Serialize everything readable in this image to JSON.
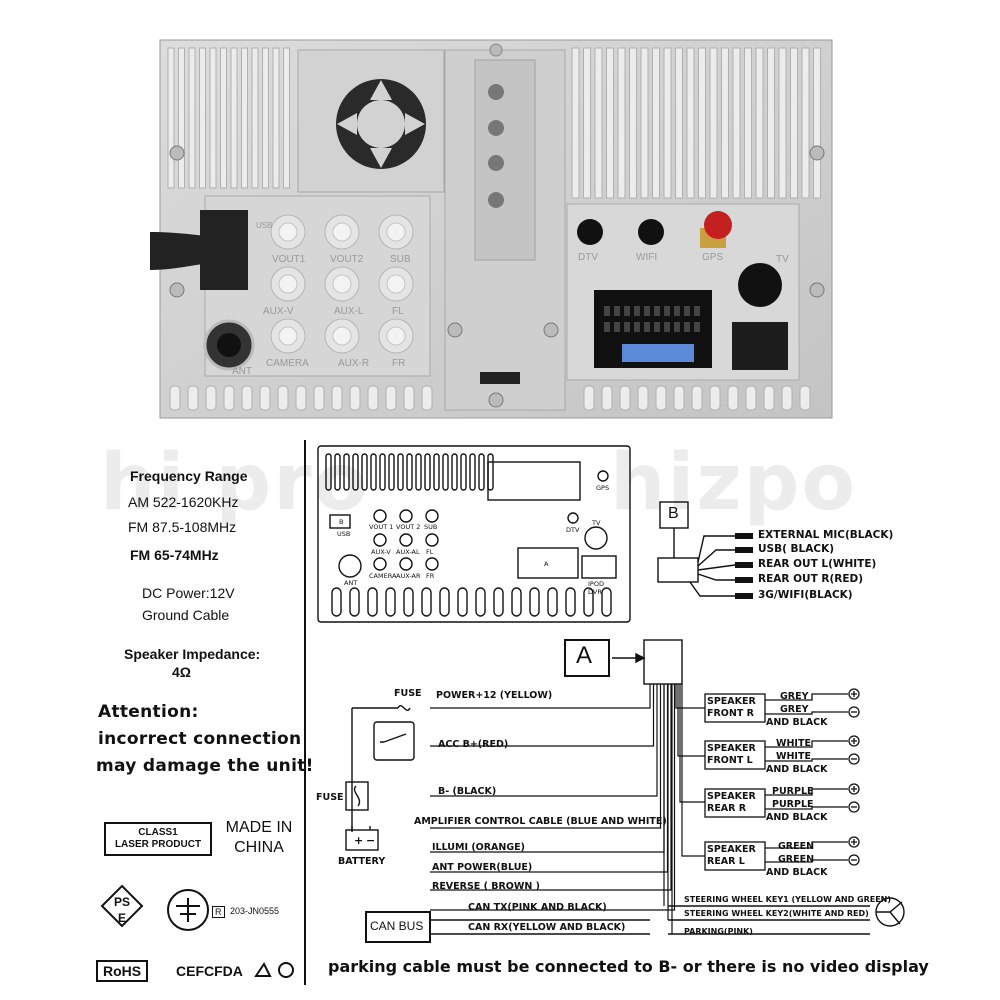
{
  "photo": {
    "labels": {
      "usb": "USB",
      "vout1": "VOUT1",
      "vout2": "VOUT2",
      "sub": "SUB",
      "aux_v": "AUX-V",
      "aux_l": "AUX-L",
      "fl": "FL",
      "camera": "CAMERA",
      "aux_r": "AUX-R",
      "fr": "FR",
      "ant": "ANT",
      "dtv": "DTV",
      "wifi": "WIFI",
      "gps": "GPS",
      "tv": "TV"
    }
  },
  "specs": {
    "freq_title": "Frequency Range",
    "am": "AM 522-1620KHz",
    "fm1": "FM 87.5-108MHz",
    "fm2": "FM 65-74MHz",
    "dc_power": "DC Power:12V",
    "ground": "Ground Cable",
    "impedance_title": "Speaker Impedance:",
    "impedance_value": "4Ω"
  },
  "attention": {
    "line1": "Attention:",
    "line2": "incorrect connection",
    "line3": "may damage the unit!"
  },
  "laser": {
    "line1": "CLASS1",
    "line2": "LASER PRODUCT"
  },
  "made_in": {
    "line1": "MADE IN",
    "line2": "CHINA"
  },
  "certs": {
    "pse1": "PS",
    "pse2": "E",
    "r_mark": "R",
    "cert_code": "203-JN0555",
    "rohs": "RoHS",
    "marks": "CEFCFDA"
  },
  "watermark": {
    "left": "hi pro",
    "right": "hizpo"
  },
  "layout_diagram": {
    "b": "B",
    "usb": "USB",
    "vout1": "VOUT 1",
    "vout2": "VOUT 2",
    "sub": "SUB",
    "aux_v": "AUX-V",
    "aux_l": "AUX-AL",
    "fl": "FL",
    "camera": "CAMERA",
    "aux_r": "AUX-AR",
    "fr": "FR",
    "ant": "ANT",
    "a": "A",
    "gps": "GPS",
    "dtv": "DTV",
    "tv": "TV",
    "ipod": "IPOD",
    "dvr": "DVR"
  },
  "connector_b": {
    "label": "B",
    "items": [
      "EXTERNAL MIC(BLACK)",
      "USB( BLACK)",
      "REAR OUT L(WHITE)",
      "REAR OUT R(RED)",
      "3G/WIFI(BLACK)"
    ]
  },
  "connector_a": {
    "label": "A"
  },
  "wiring": {
    "fuse_top": "FUSE",
    "fuse_left": "FUSE",
    "power": "POWER+12 (YELLOW)",
    "acc": "ACC B+(RED)",
    "bminus": "B- (BLACK)",
    "battery": "BATTERY",
    "amp": "AMPLIFIER CONTROL CABLE (BLUE AND WHITE)",
    "illumi": "ILLUMI (ORANGE)",
    "ant_power": "ANT POWER(BLUE)",
    "reverse": "REVERSE ( BROWN )",
    "can_tx": "CAN TX(PINK AND BLACK)",
    "can_rx": "CAN RX(YELLOW AND BLACK)",
    "can_bus": "CAN BUS",
    "plus": "+",
    "minus": "−"
  },
  "speakers": [
    {
      "name1": "SPEAKER",
      "name2": "FRONT   R",
      "c1": "GREY",
      "c2": "GREY",
      "c3": "AND BLACK"
    },
    {
      "name1": "SPEAKER",
      "name2": "FRONT   L",
      "c1": "WHITE",
      "c2": "WHITE",
      "c3": "AND BLACK"
    },
    {
      "name1": "SPEAKER",
      "name2": "REAR    R",
      "c1": "PURPLE",
      "c2": "PURPLE",
      "c3": "AND BLACK"
    },
    {
      "name1": "SPEAKER",
      "name2": "REAR    L",
      "c1": "GREEN",
      "c2": "GREEN",
      "c3": "AND BLACK"
    }
  ],
  "steering": {
    "key1": "STEERING WHEEL KEY1 (YELLOW AND GREEN)",
    "key2": "STEERING WHEEL KEY2(WHITE AND RED)",
    "parking": "PARKING(PINK)"
  },
  "footer": "parking cable must be connected to B- or there is no video display"
}
